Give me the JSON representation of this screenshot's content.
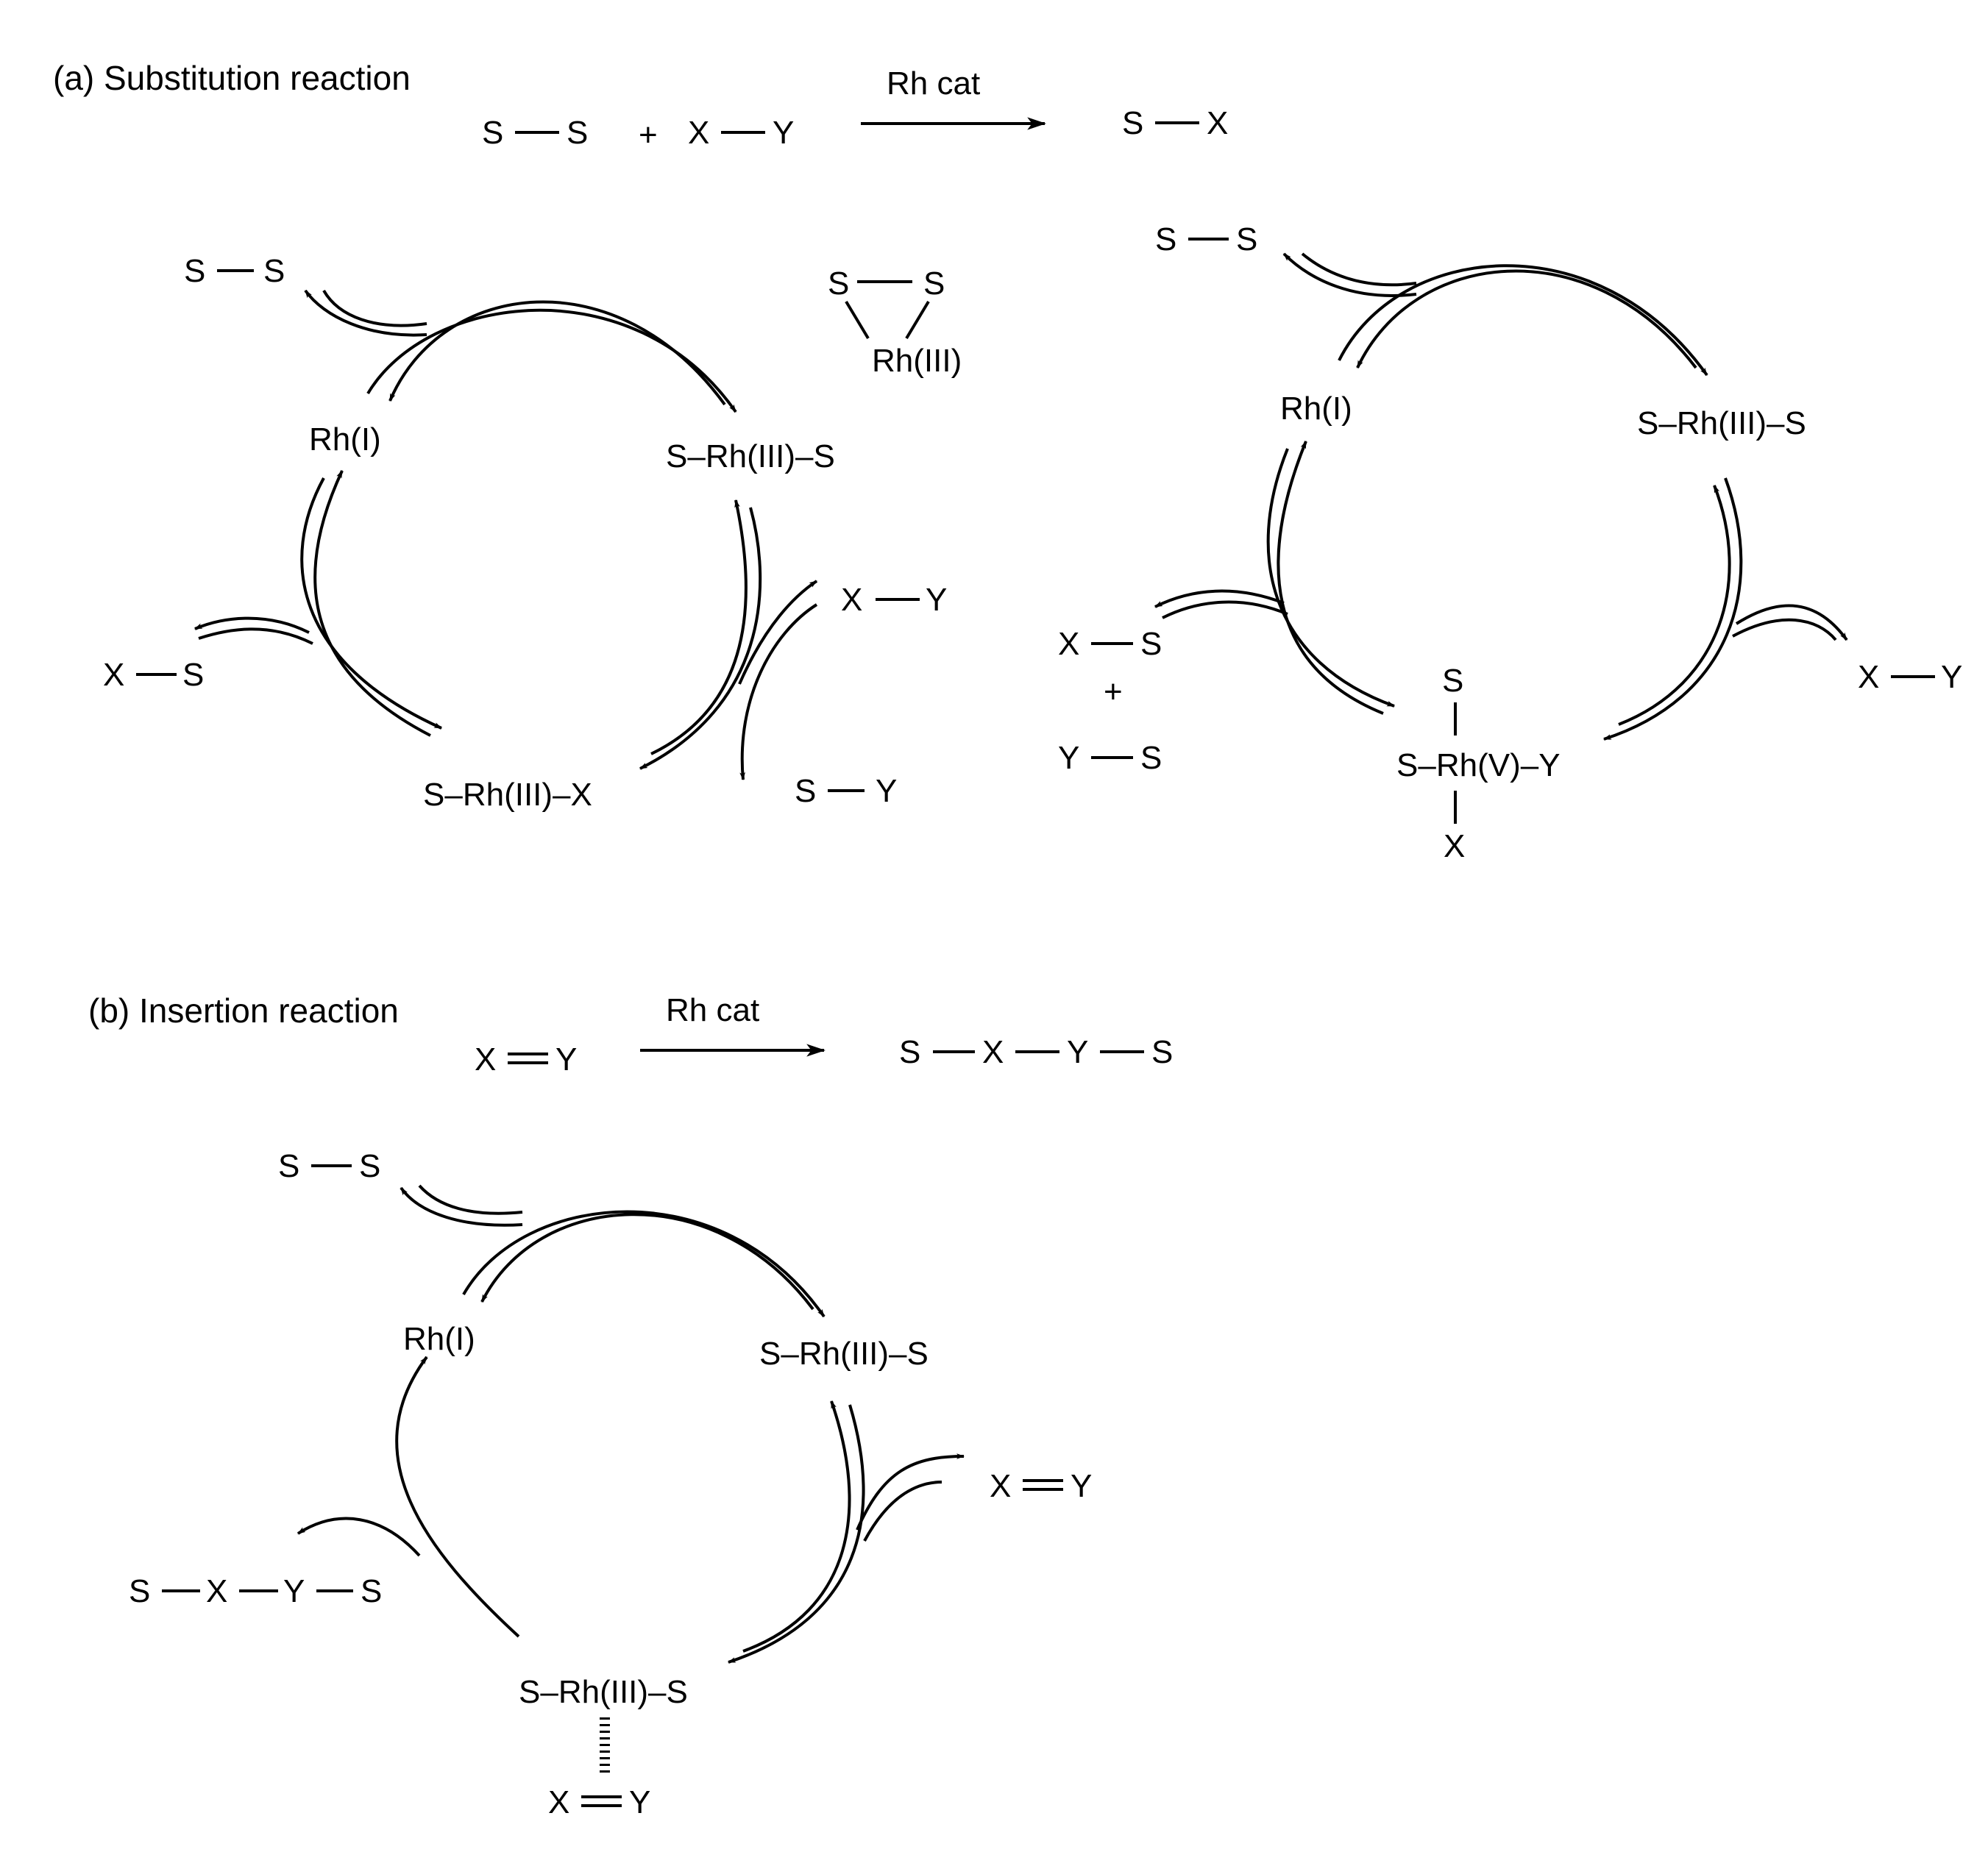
{
  "section_a": {
    "heading": "(a) Substitution reaction",
    "catalyst": "Rh cat",
    "reactant1": "S",
    "reactant1b": "S",
    "plus": "+",
    "reactant2x": "X",
    "reactant2y": "Y",
    "product_s": "S",
    "product_x": "X",
    "cycle1": {
      "ss_a": "S",
      "ss_b": "S",
      "rh1": "Rh(I)",
      "rh3_ss": "S–Rh(III)–S",
      "rh3_sx": "S–Rh(III)–X",
      "xy_x": "X",
      "xy_y": "Y",
      "sy_s": "S",
      "sy_y": "Y",
      "xs_x": "X",
      "xs_s": "S",
      "complex_s1": "S",
      "complex_s2": "S",
      "complex_rh": "Rh(III)"
    },
    "cycle2": {
      "ss_a": "S",
      "ss_b": "S",
      "rh1": "Rh(I)",
      "rh3_ss": "S–Rh(III)–S",
      "rh5": "S–Rh(V)–Y",
      "rh5_top": "S",
      "rh5_bottom": "X",
      "xy_x": "X",
      "xy_y": "Y",
      "xs_x": "X",
      "xs_s": "S",
      "plus": "+",
      "ys_y": "Y",
      "ys_s": "S"
    }
  },
  "section_b": {
    "heading": "(b) Insertion reaction",
    "catalyst": "Rh cat",
    "reactant_x": "X",
    "reactant_y": "Y",
    "product": [
      "S",
      "X",
      "Y",
      "S"
    ],
    "cycle": {
      "ss_a": "S",
      "ss_b": "S",
      "rh1": "Rh(I)",
      "rh3_ss": "S–Rh(III)–S",
      "xy_x": "X",
      "xy_y": "Y",
      "rh3_complex": "S–Rh(III)–S",
      "coord_x": "X",
      "coord_y": "Y",
      "prod": [
        "S",
        "X",
        "Y",
        "S"
      ]
    }
  }
}
